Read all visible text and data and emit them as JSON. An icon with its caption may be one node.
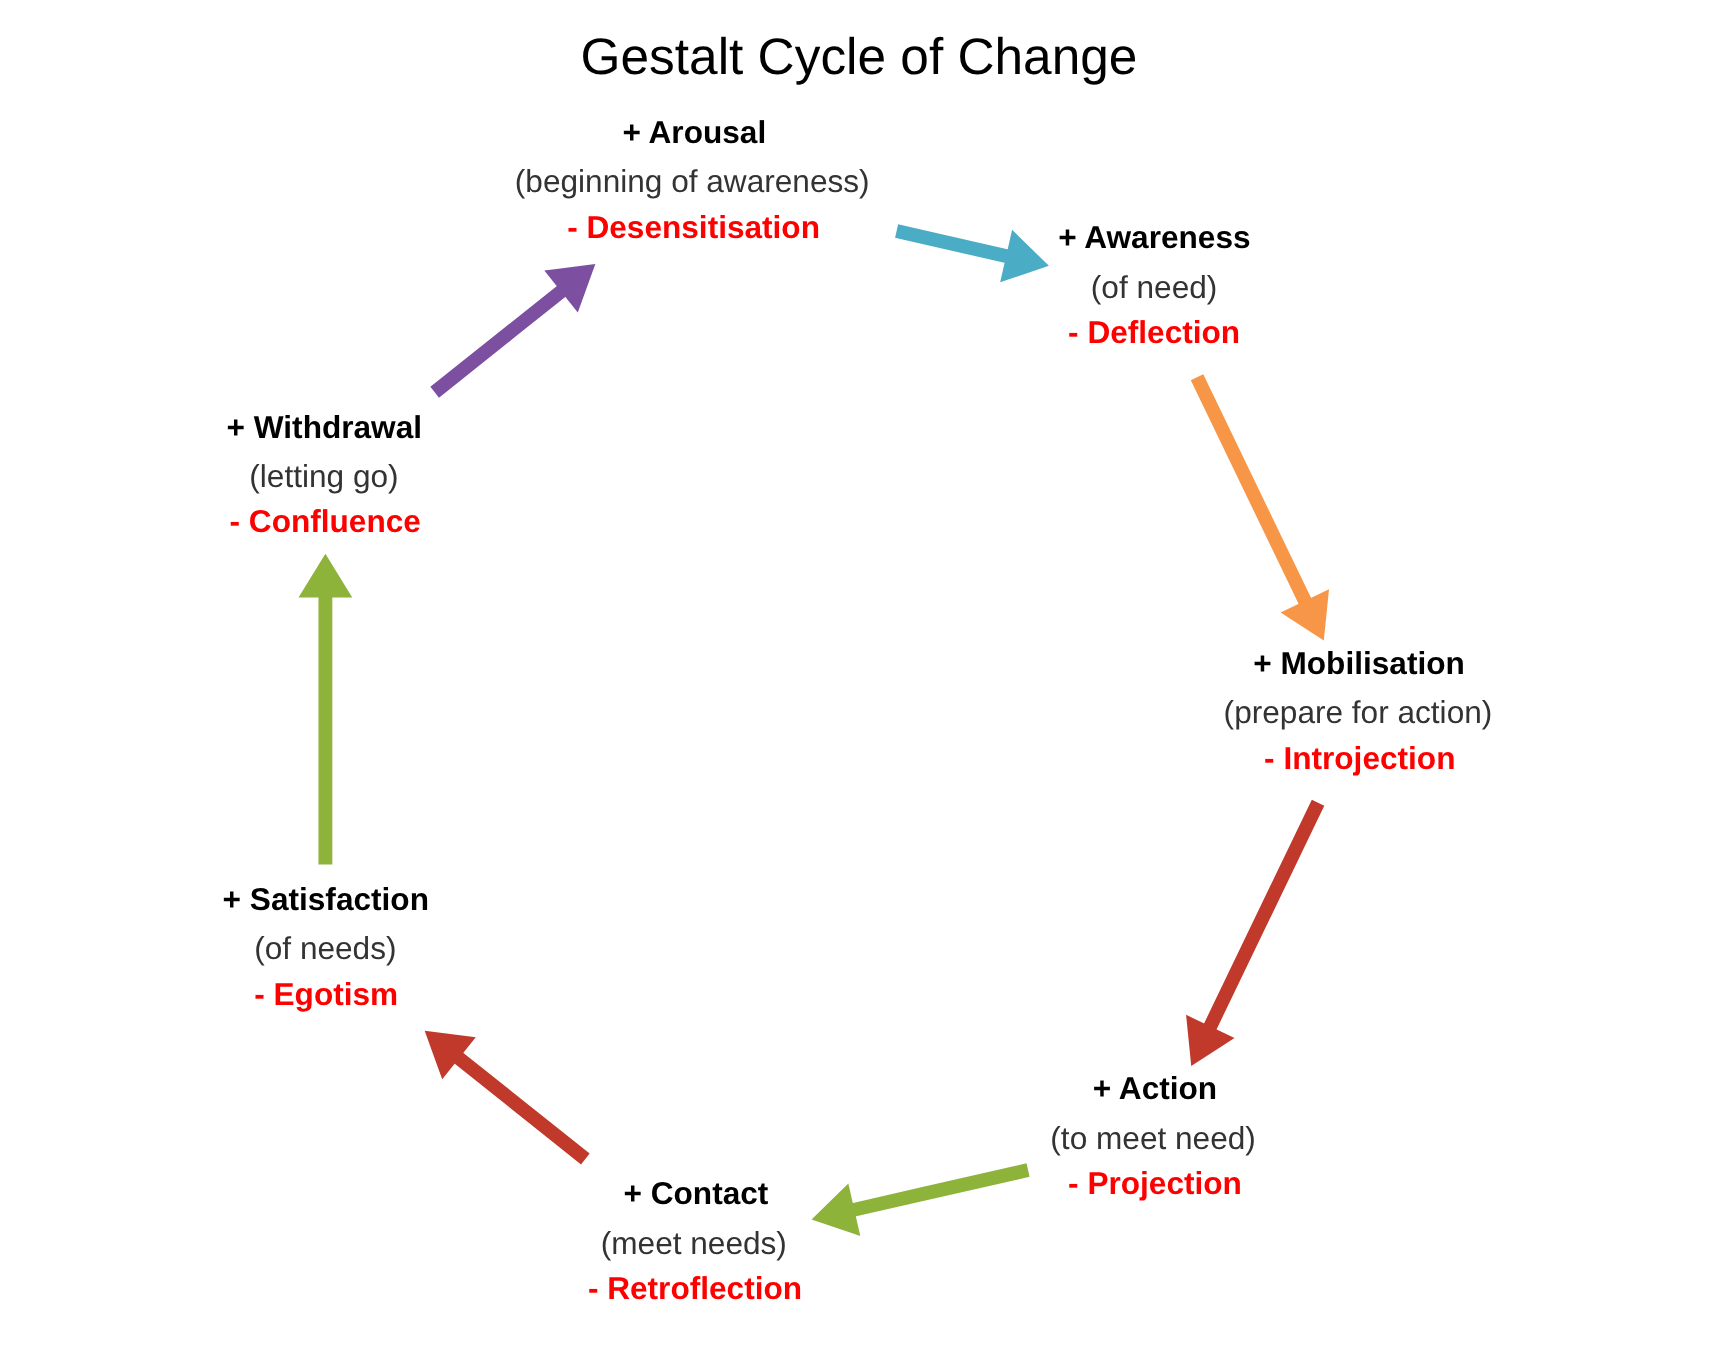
{
  "diagram": {
    "title": "Gestalt Cycle of Change",
    "nodes": [
      {
        "text": [
          "+ Action",
          "(to meet need)",
          "- Projection"
        ]
      },
      {
        "text": [
          "+ Contact",
          "(meet needs)",
          "- Retroflection"
        ]
      },
      {
        "text": [
          "+ Mobilisation",
          "(prepare for action)",
          "- Introjection"
        ]
      },
      {
        "text": [
          "+ Satisfaction",
          "(of needs)",
          "- Egotism"
        ]
      },
      {
        "text": [
          "+ Awareness",
          "(of need)",
          "- Deflection"
        ]
      },
      {
        "text": [
          "+ Withdrawal",
          "(letting go)",
          "- Confluence"
        ]
      },
      {
        "text": [
          "+ Arousal",
          "(beginning of awareness)",
          "- Desensitisation"
        ]
      }
    ],
    "edges": [
      {
        "from": 0,
        "to": 1,
        "arrow": "to",
        "color": "#8db33a"
      },
      {
        "from": 1,
        "to": 3,
        "arrow": "to",
        "color": "#c0392b"
      },
      {
        "from": 3,
        "to": 5,
        "arrow": "to",
        "color": "#8db33a"
      },
      {
        "from": 5,
        "to": 6,
        "arrow": "to",
        "color": "#7d4fa0"
      },
      {
        "from": 6,
        "to": 4,
        "arrow": "to",
        "color": "#4bacc6"
      },
      {
        "from": 4,
        "to": 2,
        "arrow": "to",
        "color": "#f79646"
      },
      {
        "from": 2,
        "to": 0,
        "arrow": "to",
        "color": "#c0392b"
      }
    ]
  }
}
